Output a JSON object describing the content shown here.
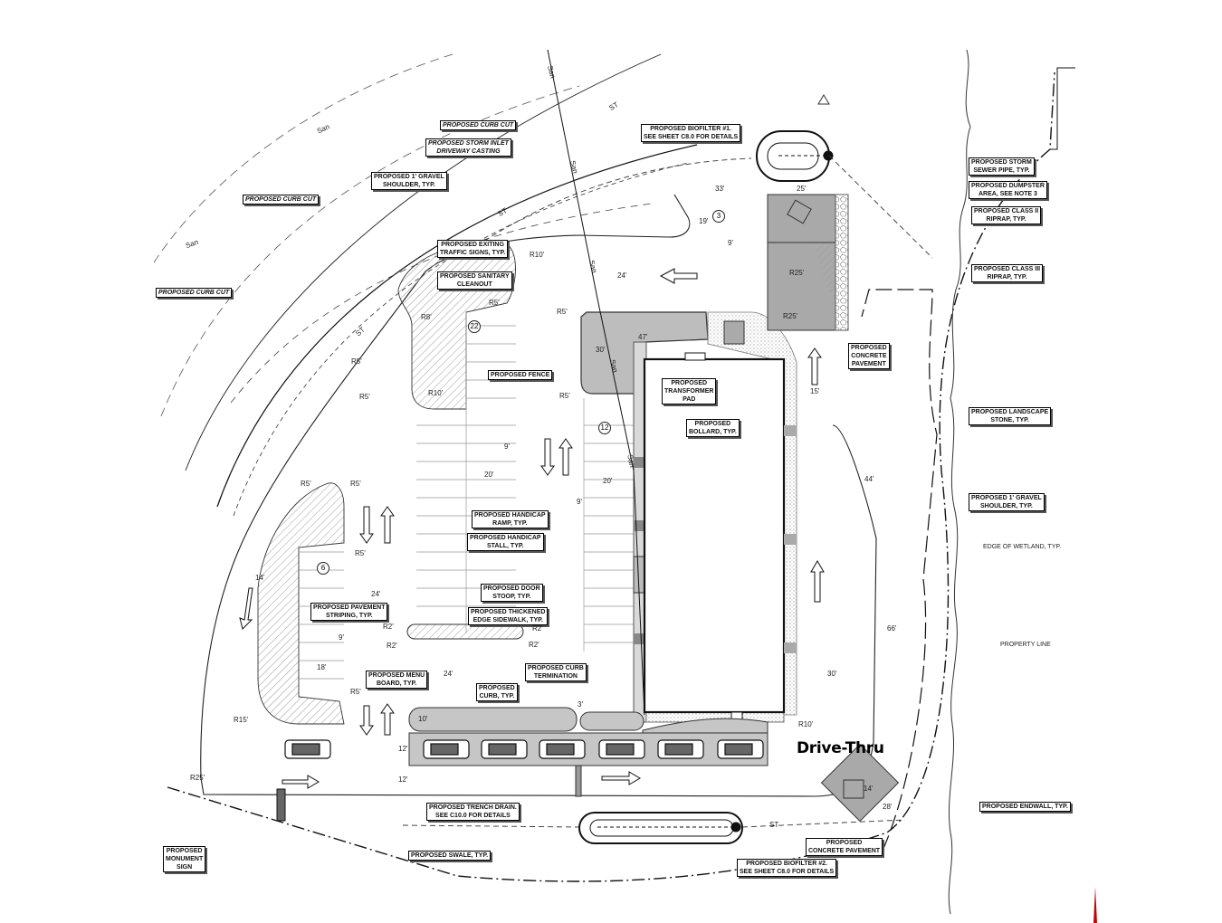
{
  "plan": {
    "drive_thru_label": "Drive-Thru",
    "labels": {
      "curb_cut_top": "PROPOSED CURB CUT",
      "storm_inlet": "PROPOSED STORM INLET\nDRIVEWAY CASTING",
      "gravel_shoulder_left": "PROPOSED 1' GRAVEL\nSHOULDER, TYP.",
      "curb_cut_mid": "PROPOSED CURB CUT",
      "curb_cut_left": "PROPOSED CURB CUT",
      "exiting_signs": "PROPOSED EXITING\nTRAFFIC SIGNS, TYP.",
      "sanitary_cleanout": "PROPOSED SANITARY\nCLEANOUT",
      "fence": "PROPOSED FENCE",
      "biofilter1": "PROPOSED BIOFILTER #1.\nSEE SHEET C8.0 FOR DETAILS",
      "storm_sewer": "PROPOSED STORM\nSEWER PIPE, TYP.",
      "dumpster": "PROPOSED DUMPSTER\nAREA, SEE NOTE 3",
      "class2_riprap": "PROPOSED CLASS II\nRIPRAP, TYP.",
      "class3_riprap": "PROPOSED CLASS III\nRIPRAP, TYP.",
      "concrete_top": "PROPOSED\nCONCRETE\nPAVEMENT",
      "transformer": "PROPOSED\nTRANSFORMER\nPAD",
      "bollard": "PROPOSED\nBOLLARD, TYP.",
      "landscape_stone": "PROPOSED LANDSCAPE\nSTONE, TYP.",
      "gravel_shoulder_right": "PROPOSED 1' GRAVEL\nSHOULDER, TYP.",
      "handicap_ramp": "PROPOSED HANDICAP\nRAMP, TYP.",
      "handicap_stall": "PROPOSED HANDICAP\nSTALL, TYP.",
      "door_stoop": "PROPOSED DOOR\nSTOOP, TYP.",
      "pavement_striping": "PROPOSED PAVEMENT\nSTRIPING, TYP.",
      "thickened_sidewalk": "PROPOSED THICKENED\nEDGE SIDEWALK, TYP.",
      "menu_board": "PROPOSED MENU\nBOARD, TYP.",
      "curb": "PROPOSED\nCURB, TYP.",
      "curb_termination": "PROPOSED CURB\nTERMINATION",
      "trench_drain": "PROPOSED TRENCH DRAIN.\nSEE C10.0 FOR DETAILS",
      "swale": "PROPOSED SWALE, TYP.",
      "monument_sign": "PROPOSED\nMONUMENT\nSIGN",
      "biofilter2": "PROPOSED BIOFILTER #2.\nSEE SHEET C8.0 FOR DETAILS",
      "concrete_bottom": "PROPOSED\nCONCRETE PAVEMENT",
      "endwall": "PROPOSED ENDWALL, TYP."
    },
    "plain_labels": {
      "wetland": "EDGE OF WETLAND, TYP.",
      "property_line": "PROPERTY LINE"
    },
    "stall_counts": {
      "north": "22",
      "middle": "12",
      "west": "6",
      "dumpster": "3"
    },
    "dimensions": {
      "d33": "33'",
      "d25": "25'",
      "d19": "19'",
      "d9a": "9'",
      "d24a": "24'",
      "d47": "47'",
      "d30a": "30'",
      "d15": "15'",
      "d9b": "9'",
      "d20a": "20'",
      "d20b": "20'",
      "d9c": "9'",
      "d44": "44'",
      "d14": "14'",
      "d24b": "24'",
      "d9d": "9'",
      "d18": "18'",
      "d66": "66'",
      "d30b": "30'",
      "d24c": "24'",
      "d10": "10'",
      "d3": "3'",
      "d12a": "12'",
      "d12b": "12'",
      "d28": "28'",
      "d14b": "14'"
    },
    "radii": {
      "r10a": "R10'",
      "r5a": "R5'",
      "r5b": "R5'",
      "r8": "R8'",
      "r5c": "R5'",
      "r5d": "R5'",
      "r10b": "R10'",
      "r25a": "R25'",
      "r25b": "R25'",
      "r5e": "R5'",
      "r5f": "R5'",
      "r5g": "R5'",
      "r5h": "R5'",
      "r5i": "R5'",
      "r2a": "R2'",
      "r2b": "R2'",
      "r2c": "R2'",
      "r2d": "R2'",
      "r15": "R15'",
      "r10c": "R10'",
      "r25c": "R25'"
    },
    "utility_tags": {
      "san1": "San",
      "san2": "San",
      "san3": "San",
      "san4": "San",
      "san5": "San",
      "san6": "San",
      "san7": "San",
      "st1": "ST",
      "st2": "ST",
      "st3": "ST",
      "st4": "ST"
    }
  }
}
